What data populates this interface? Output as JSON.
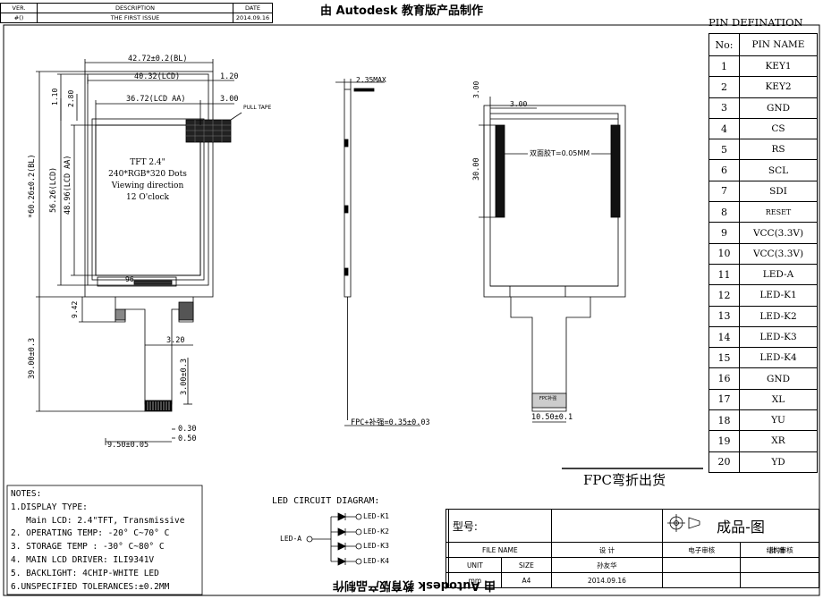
{
  "header": {
    "rev_headers": [
      "VER.",
      "DESCRIPTION",
      "DATE"
    ],
    "rev_row": [
      "#()",
      "THE FIRST ISSUE",
      "2014.09.16"
    ],
    "watermark": "由 Autodesk 教育版产品制作"
  },
  "pin_table": {
    "title": "PIN DEFINATION",
    "col_no": "No:",
    "col_name": "PIN NAME",
    "rows": [
      {
        "no": "1",
        "name": "KEY1"
      },
      {
        "no": "2",
        "name": "KEY2"
      },
      {
        "no": "3",
        "name": "GND"
      },
      {
        "no": "4",
        "name": "CS"
      },
      {
        "no": "5",
        "name": "RS"
      },
      {
        "no": "6",
        "name": "SCL"
      },
      {
        "no": "7",
        "name": "SDI"
      },
      {
        "no": "8",
        "name": "RESET"
      },
      {
        "no": "9",
        "name": "VCC(3.3V)"
      },
      {
        "no": "10",
        "name": "VCC(3.3V)"
      },
      {
        "no": "11",
        "name": "LED-A"
      },
      {
        "no": "12",
        "name": "LED-K1"
      },
      {
        "no": "13",
        "name": "LED-K2"
      },
      {
        "no": "14",
        "name": "LED-K3"
      },
      {
        "no": "15",
        "name": "LED-K4"
      },
      {
        "no": "16",
        "name": "GND"
      },
      {
        "no": "17",
        "name": "XL"
      },
      {
        "no": "18",
        "name": "YU"
      },
      {
        "no": "19",
        "name": "XR"
      },
      {
        "no": "20",
        "name": "YD"
      }
    ]
  },
  "front_view": {
    "dim_bl_width": "42.72±0.2(BL)",
    "dim_lcd_width": "40.32(LCD)",
    "dim_right_gap": "1.20",
    "dim_aa_width": "36.72(LCD AA)",
    "dim_aa_right": "3.00",
    "dim_top_110": "1.10",
    "dim_top_280": "2.80",
    "pull_tape": "PULL TAPE",
    "dim_bl_height": "*60.26±0.2(BL)",
    "dim_lcd_height": "56.26(LCD)",
    "dim_aa_height": "48.96(LCD AA)",
    "dim_942": "9.42",
    "dim_96": "96",
    "dim_fpc_length": "39.00±0.3",
    "dim_320": "3.20",
    "dim_300": "3.00±0.3",
    "dim_030": "0.30",
    "dim_050": "0.50",
    "dim_950": "9.50±0.05",
    "lcd_lines": [
      "TFT 2.4\"",
      "240*RGB*320 Dots",
      "Viewing direction",
      "12 O'clock"
    ]
  },
  "side_view": {
    "dim_thickness": "2.35MAX",
    "dim_fpc": "FPC+补强=0.35±0.03"
  },
  "back_view": {
    "dim_300_top": "3.00",
    "dim_300_left": "3.00",
    "dim_3000": "30.00",
    "tape_label": "双面胶T=0.05MM",
    "fpc_label": "FPC补强",
    "dim_1050": "10.50±0.1"
  },
  "fpc_bend": "FPC弯折出货",
  "notes": {
    "title": "NOTES:",
    "lines": [
      "1.DISPLAY TYPE:",
      "   Main LCD: 2.4\"TFT, Transmissive",
      "2. OPERATING TEMP: -20° C~70° C",
      "3. STORAGE TEMP : -30° C~80° C",
      "4. MAIN LCD DRIVER: ILI9341V",
      "5. BACKLIGHT: 4CHIP-WHITE LED",
      "6.UNSPECIFIED TOLERANCES:±0.2MM"
    ]
  },
  "led_circuit": {
    "title": "LED CIRCUIT DIAGRAM:",
    "anode": "LED-A",
    "cathodes": [
      "LED-K1",
      "LED-K2",
      "LED-K3",
      "LED-K4"
    ]
  },
  "title_block": {
    "model_label": "型号:",
    "product_drawing": "成品-图",
    "file_name": "FILE NAME",
    "design": "设 计",
    "elec_review": "电子审核",
    "struct_review": "结构审核",
    "approve": "批 准",
    "unit": "UNIT",
    "size": "SIZE",
    "unit_val": "mm",
    "size_val": "A4",
    "designer": "孙友华",
    "date": "2014.09.16",
    "watermark_inverted": "由 Autodesk 教育版产品制作"
  }
}
